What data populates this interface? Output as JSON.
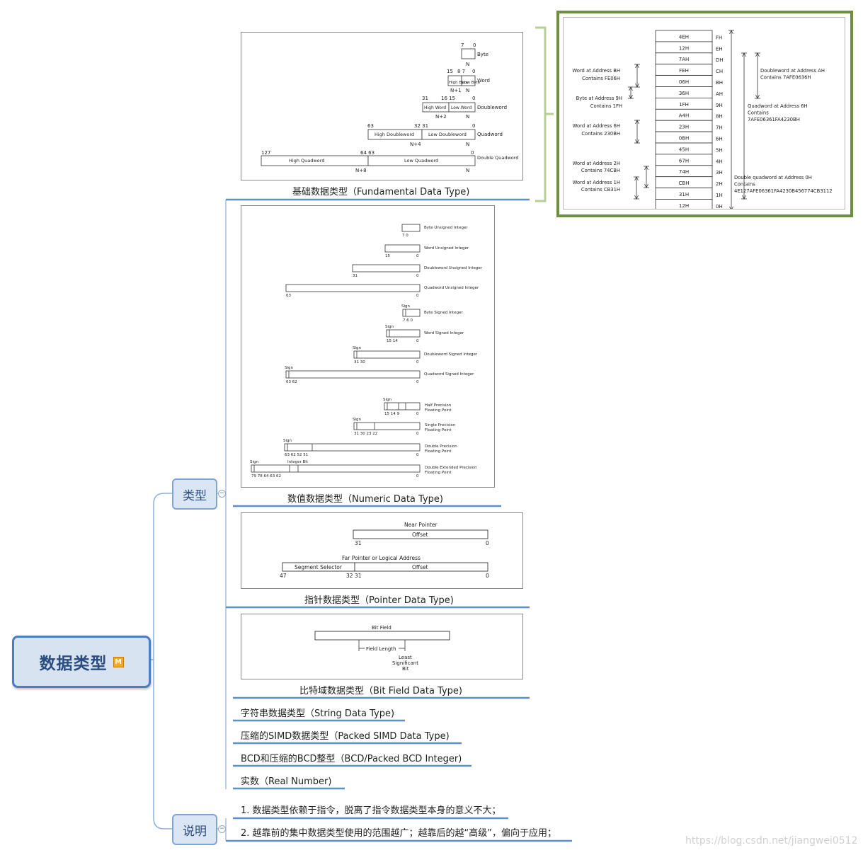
{
  "root": {
    "label": "数据类型",
    "marker": "M"
  },
  "branches": {
    "types": {
      "label": "类型"
    },
    "notes": {
      "label": "说明"
    }
  },
  "toggle_glyph": "−",
  "type_items": [
    {
      "label": "基础数据类型（Fundamental Data Type)"
    },
    {
      "label": "数值数据类型（Numeric Data Type)"
    },
    {
      "label": "指针数据类型（Pointer Data Type)"
    },
    {
      "label": "比特域数据类型（Bit Field Data Type)"
    },
    {
      "label": "字符串数据类型（String Data Type)"
    },
    {
      "label": "压缩的SIMD数据类型（Packed SIMD Data Type)"
    },
    {
      "label": "BCD和压缩的BCD整型（BCD/Packed BCD Integer)"
    },
    {
      "label": "实数（Real Number)"
    }
  ],
  "note_items": [
    {
      "label": "1. 数据类型依赖于指令，脱离了指令数据类型本身的意义不大；"
    },
    {
      "label": "2. 越靠前的集中数据类型使用的范围越广；越靠后的越“高级”，偏向于应用；"
    }
  ],
  "fundamental": {
    "byte": {
      "bits": [
        "7",
        "0"
      ],
      "label": "Byte",
      "addr": "N"
    },
    "word": {
      "bits": [
        "15",
        "8 7",
        "0"
      ],
      "cells": [
        "High Byte",
        "Low Byte"
      ],
      "label": "Word",
      "addr": [
        "N+1",
        "N"
      ]
    },
    "dword": {
      "bits": [
        "31",
        "16 15",
        "0"
      ],
      "cells": [
        "High Word",
        "Low Word"
      ],
      "label": "Doubleword",
      "addr": [
        "N+2",
        "N"
      ]
    },
    "qword": {
      "bits": [
        "63",
        "32 31",
        "0"
      ],
      "cells": [
        "High Doubleword",
        "Low Doubleword"
      ],
      "label": "Quadword",
      "addr": [
        "N+4",
        "N"
      ]
    },
    "dqword": {
      "bits": [
        "127",
        "64 63",
        "0"
      ],
      "cells": [
        "High Quadword",
        "Low Quadword"
      ],
      "label": "Double Quadword",
      "addr": [
        "N+8",
        "N"
      ]
    }
  },
  "numeric": {
    "sign": "Sign",
    "integer_bit": "Integer Bit",
    "rows": [
      {
        "label": "Byte Unsigned Integer",
        "bits": "7     0"
      },
      {
        "label": "Word Unsigned Integer",
        "bits": "15"
      },
      {
        "label": "Doubleword Unsigned Integer",
        "bits": "31"
      },
      {
        "label": "Quadword Unsigned Integer",
        "bits": "63"
      },
      {
        "label": "Byte Signed Integer",
        "bits": "7 6     0"
      },
      {
        "label": "Word Signed Integer",
        "bits": "15 14"
      },
      {
        "label": "Doubleword Signed Integer",
        "bits": "31 30"
      },
      {
        "label": "Quadword Signed Integer",
        "bits": "63 62"
      },
      {
        "label": "Half Precision Floating Point",
        "bits": "15 14      9"
      },
      {
        "label": "Single Precision Floating Point",
        "bits": "31 30     23 22"
      },
      {
        "label": "Double Precision Floating Point",
        "bits": "63 62          52 51"
      },
      {
        "label": "Double Extended Precision Floating Point",
        "bits": "79 78            64 63 62"
      }
    ],
    "zero": "0"
  },
  "pointer": {
    "near_title": "Near Pointer",
    "offset": "Offset",
    "near_bits": [
      "31",
      "0"
    ],
    "far_title": "Far Pointer or Logical Address",
    "segment_selector": "Segment Selector",
    "far_bits": [
      "47",
      "32 31",
      "0"
    ]
  },
  "bitfield": {
    "title": "Bit Field",
    "field_length": "Field Length",
    "lsb": [
      "Least",
      "Significant",
      "Bit"
    ]
  },
  "memory": {
    "bytes": [
      "4EH",
      "12H",
      "7AH",
      "FEH",
      "06H",
      "36H",
      "1FH",
      "A4H",
      "23H",
      "0BH",
      "45H",
      "67H",
      "74H",
      "CBH",
      "31H",
      "12H"
    ],
    "addresses": [
      "FH",
      "EH",
      "DH",
      "CH",
      "BH",
      "AH",
      "9H",
      "8H",
      "7H",
      "6H",
      "5H",
      "4H",
      "3H",
      "2H",
      "1H",
      "0H"
    ],
    "left_notes": [
      [
        "Word at Address BH",
        "Contains FE06H"
      ],
      [
        "Byte at Address 9H",
        "Contains 1FH"
      ],
      [
        "Word at Address 6H",
        "Contains 230BH"
      ],
      [
        "Word at Address 2H",
        "Contains 74CBH"
      ],
      [
        "Word at Address 1H",
        "Contains CB31H"
      ]
    ],
    "right_notes": [
      [
        "Doubleword at Address AH",
        "Contains 7AFE0636H"
      ],
      [
        "Quadword at Address 6H",
        "Contains",
        "7AFE06361FA4230BH"
      ],
      [
        "Double quadword at Address 0H",
        "Contains",
        "4E127AFE06361FA4230B456774CB3112"
      ]
    ]
  },
  "watermark": "https://blog.csdn.net/jiangwei0512",
  "colors": {
    "accent": "#4f7cc1",
    "underline": "#5b8fd0",
    "callout_border": "#6e8f3b",
    "bracket": "#b6cf94"
  }
}
